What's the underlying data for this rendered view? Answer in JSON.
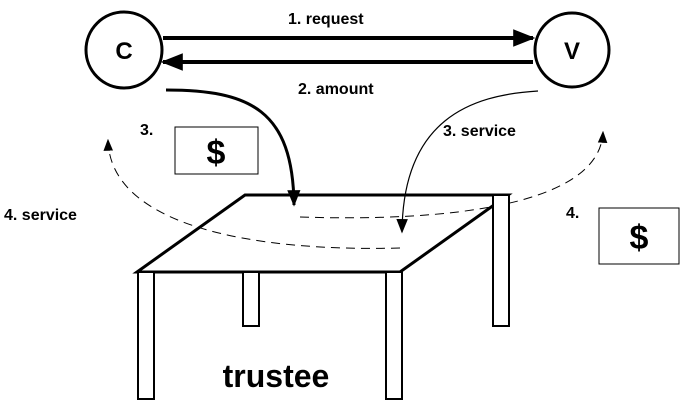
{
  "nodes": {
    "client": "C",
    "vendor": "V"
  },
  "labels": {
    "request": "1. request",
    "amount": "2. amount",
    "step3_left": "3.",
    "step3_right": "3. service",
    "step4_left": "4. service",
    "step4_right": "4."
  },
  "money": {
    "left": "$",
    "right": "$"
  },
  "trustee": "trustee"
}
